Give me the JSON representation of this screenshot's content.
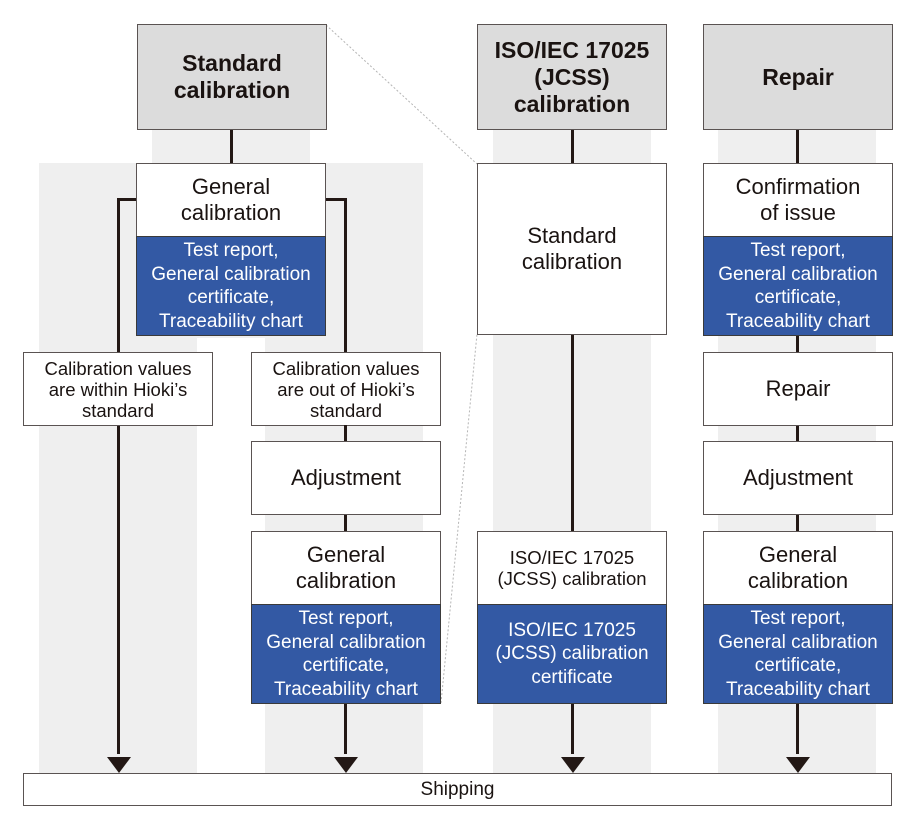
{
  "colors": {
    "document_fill": "#3359a4",
    "header_fill": "#dcdcdc",
    "band_fill": "#efefef",
    "line": "#231815"
  },
  "headers": {
    "standard": "Standard\ncalibration",
    "iso": "ISO/IEC 17025\n(JCSS)\ncalibration",
    "repair": "Repair"
  },
  "standard_flow": {
    "general_calibration": "General\ncalibration",
    "general_calibration_docs": "Test report,\nGeneral calibration\ncertificate,\nTraceability chart",
    "within_standard": "Calibration values\nare within Hioki’s\nstandard",
    "out_of_standard": "Calibration values\nare out of Hioki’s\nstandard",
    "adjustment": "Adjustment",
    "general_calibration_2": "General\ncalibration",
    "general_calibration_2_docs": "Test report,\nGeneral calibration\ncertificate,\nTraceability chart"
  },
  "iso_flow": {
    "standard_calibration": "Standard\ncalibration",
    "iso_calibration": "ISO/IEC 17025\n(JCSS) calibration",
    "iso_calibration_docs": "ISO/IEC 17025\n(JCSS) calibration\ncertificate"
  },
  "repair_flow": {
    "confirmation": "Confirmation\nof issue",
    "confirmation_docs": "Test report,\nGeneral calibration\ncertificate,\nTraceability chart",
    "repair": "Repair",
    "adjustment": "Adjustment",
    "general_calibration": "General\ncalibration",
    "general_calibration_docs": "Test report,\nGeneral calibration\ncertificate,\nTraceability chart"
  },
  "footer": {
    "shipping": "Shipping"
  }
}
